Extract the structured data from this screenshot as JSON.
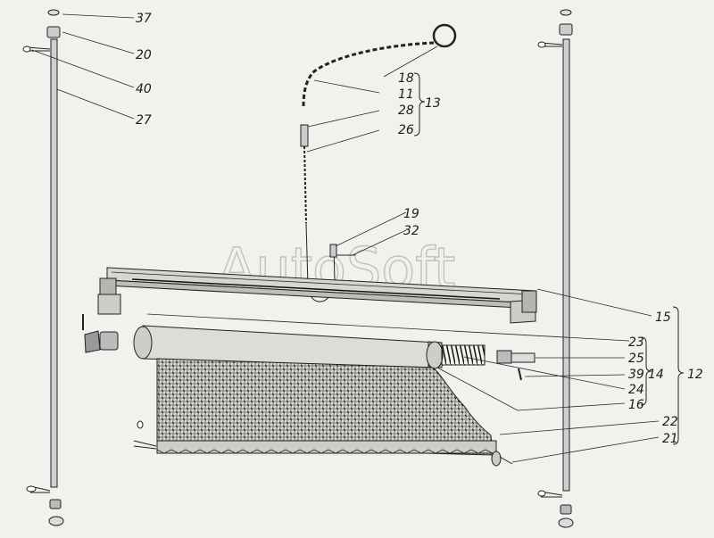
{
  "watermark": "AutoSoft",
  "callouts": {
    "c37": "37",
    "c20": "20",
    "c40": "40",
    "c27": "27",
    "c18": "18",
    "c11": "11",
    "c28": "28",
    "c26": "26",
    "c13": "13",
    "c19": "19",
    "c32": "32",
    "c15": "15",
    "c23": "23",
    "c25": "25",
    "c39": "39",
    "c14": "14",
    "c24": "24",
    "c16": "16",
    "c12": "12",
    "c22": "22",
    "c21": "21"
  }
}
